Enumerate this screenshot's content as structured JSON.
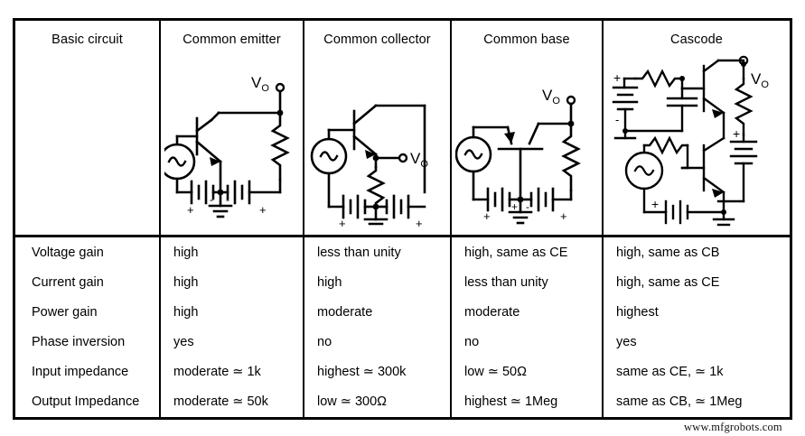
{
  "table": {
    "headers": [
      "Basic circuit",
      "Common emitter",
      "Common collector",
      "Common base",
      "Cascode"
    ],
    "rows": [
      {
        "label": "Voltage gain",
        "values": [
          "high",
          "less than unity",
          "high, same as CE",
          "high, same as CB"
        ]
      },
      {
        "label": "Current gain",
        "values": [
          "high",
          "high",
          "less than unity",
          "high, same as CE"
        ]
      },
      {
        "label": "Power gain",
        "values": [
          "high",
          "moderate",
          "moderate",
          "highest"
        ]
      },
      {
        "label": "Phase inversion",
        "values": [
          "yes",
          "no",
          "no",
          "yes"
        ]
      },
      {
        "label": "Input impedance",
        "values": [
          "moderate ≃ 1k",
          "highest ≃ 300k",
          "low ≃ 50Ω",
          "same as CE, ≃ 1k"
        ]
      },
      {
        "label": "Output Impedance",
        "values": [
          "moderate ≃ 50k",
          "low ≃ 300Ω",
          "highest ≃ 1Meg",
          "same as CB, ≃ 1Meg"
        ]
      }
    ]
  },
  "circuits": {
    "common_emitter": {
      "name": "common-emitter-circuit",
      "output_label": "V",
      "output_subscript": "O",
      "elements": [
        "ac-source",
        "npn-transistor",
        "collector-resistor",
        "battery-left",
        "battery-right",
        "ground"
      ]
    },
    "common_collector": {
      "name": "common-collector-circuit",
      "output_label": "V",
      "output_subscript": "O",
      "elements": [
        "ac-source",
        "npn-transistor",
        "emitter-resistor",
        "battery-left",
        "battery-right",
        "ground"
      ]
    },
    "common_base": {
      "name": "common-base-circuit",
      "output_label": "V",
      "output_subscript": "O",
      "elements": [
        "ac-source",
        "npn-transistor",
        "collector-resistor",
        "battery-left",
        "battery-right",
        "ground"
      ]
    },
    "cascode": {
      "name": "cascode-circuit",
      "output_label": "V",
      "output_subscript": "O",
      "elements": [
        "ac-source",
        "npn-transistor-upper",
        "npn-transistor-lower",
        "bias-resistor-upper",
        "bias-resistor-lower",
        "bypass-capacitor",
        "load-resistor",
        "battery-bias",
        "battery-supply",
        "battery-input",
        "ground"
      ]
    }
  },
  "watermark": "www.mfgrobots.com",
  "colors": {
    "ink": "#000000",
    "background": "#ffffff"
  }
}
